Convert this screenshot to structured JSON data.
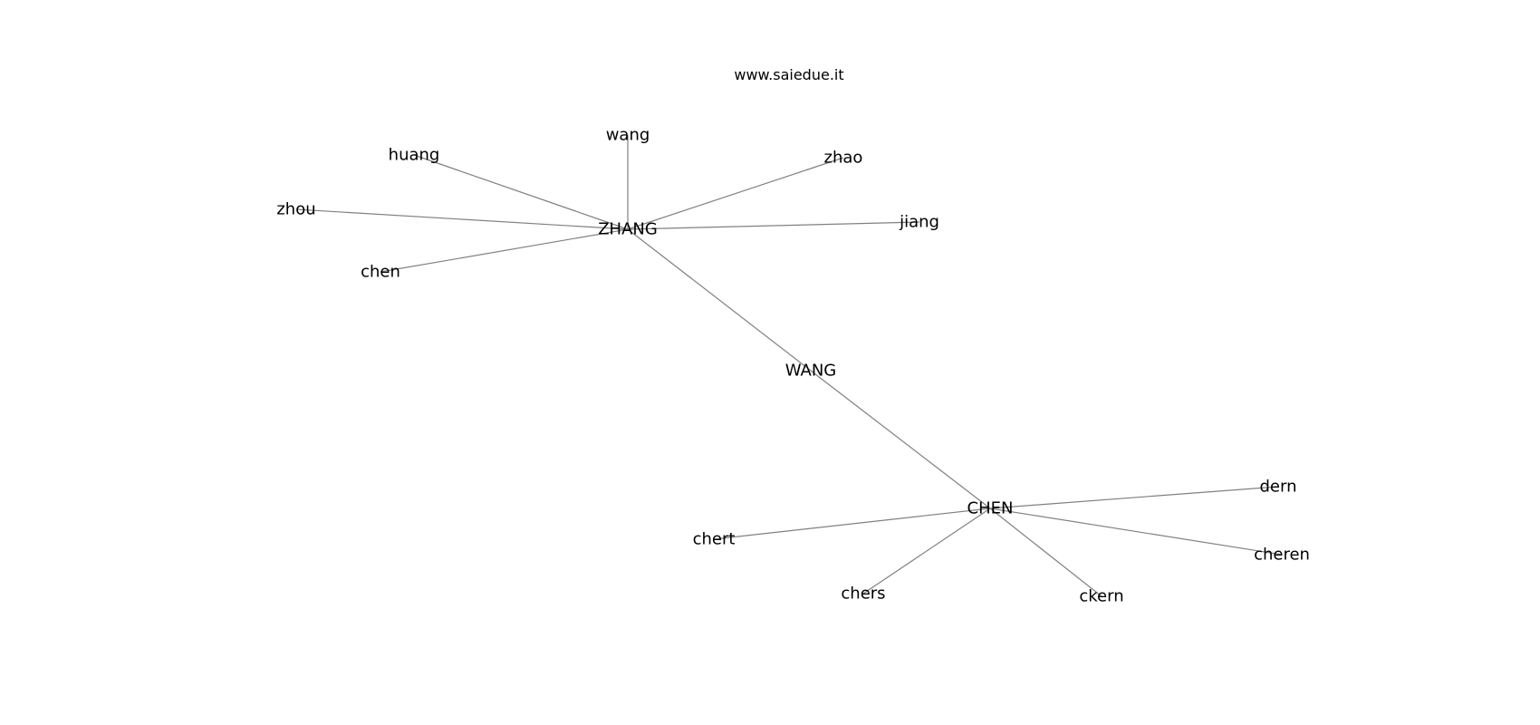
{
  "title": "www.saiedue.it",
  "colors": {
    "edge": "#808080",
    "text": "#000000",
    "background": "#ffffff"
  },
  "nodes": [
    {
      "id": "ZHANG",
      "label": "ZHANG"
    },
    {
      "id": "WANG",
      "label": "WANG"
    },
    {
      "id": "CHEN",
      "label": "CHEN"
    },
    {
      "id": "wang",
      "label": "wang"
    },
    {
      "id": "huang",
      "label": "huang"
    },
    {
      "id": "zhao",
      "label": "zhao"
    },
    {
      "id": "zhou",
      "label": "zhou"
    },
    {
      "id": "jiang",
      "label": "jiang"
    },
    {
      "id": "chen",
      "label": "chen"
    },
    {
      "id": "dern",
      "label": "dern"
    },
    {
      "id": "chert",
      "label": "chert"
    },
    {
      "id": "cheren",
      "label": "cheren"
    },
    {
      "id": "chers",
      "label": "chers"
    },
    {
      "id": "ckern",
      "label": "ckern"
    }
  ],
  "edges": [
    [
      "ZHANG",
      "wang"
    ],
    [
      "ZHANG",
      "huang"
    ],
    [
      "ZHANG",
      "zhao"
    ],
    [
      "ZHANG",
      "zhou"
    ],
    [
      "ZHANG",
      "jiang"
    ],
    [
      "ZHANG",
      "chen"
    ],
    [
      "ZHANG",
      "WANG"
    ],
    [
      "WANG",
      "CHEN"
    ],
    [
      "CHEN",
      "dern"
    ],
    [
      "CHEN",
      "chert"
    ],
    [
      "CHEN",
      "cheren"
    ],
    [
      "CHEN",
      "chers"
    ],
    [
      "CHEN",
      "ckern"
    ]
  ]
}
